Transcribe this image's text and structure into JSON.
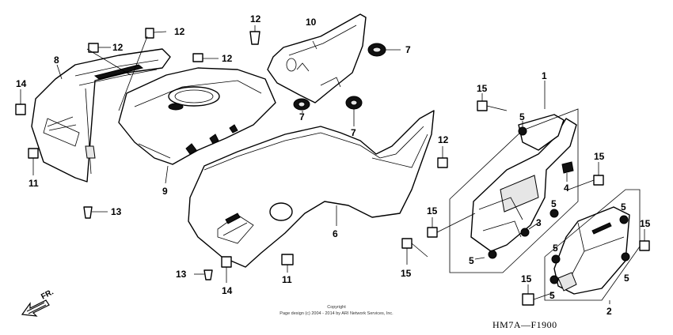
{
  "diagram": {
    "code": "HM7A—F1900",
    "copyright_line1": "Copyright",
    "copyright_line2": "Page design (c) 2004 - 2014 by ARI Network Services, Inc.",
    "direction_label": "FR.",
    "callouts": [
      {
        "id": "c1",
        "label": "1"
      },
      {
        "id": "c2",
        "label": "2"
      },
      {
        "id": "c3",
        "label": "3"
      },
      {
        "id": "c4",
        "label": "4"
      },
      {
        "id": "c5a",
        "label": "5"
      },
      {
        "id": "c5b",
        "label": "5"
      },
      {
        "id": "c5c",
        "label": "5"
      },
      {
        "id": "c5d",
        "label": "5"
      },
      {
        "id": "c5e",
        "label": "5"
      },
      {
        "id": "c5f",
        "label": "5"
      },
      {
        "id": "c5g",
        "label": "5"
      },
      {
        "id": "c6",
        "label": "6"
      },
      {
        "id": "c7a",
        "label": "7"
      },
      {
        "id": "c7b",
        "label": "7"
      },
      {
        "id": "c7c",
        "label": "7"
      },
      {
        "id": "c8",
        "label": "8"
      },
      {
        "id": "c9",
        "label": "9"
      },
      {
        "id": "c10",
        "label": "10"
      },
      {
        "id": "c11a",
        "label": "11"
      },
      {
        "id": "c11b",
        "label": "11"
      },
      {
        "id": "c12a",
        "label": "12"
      },
      {
        "id": "c12b",
        "label": "12"
      },
      {
        "id": "c12c",
        "label": "12"
      },
      {
        "id": "c12d",
        "label": "12"
      },
      {
        "id": "c12e",
        "label": "12"
      },
      {
        "id": "c13a",
        "label": "13"
      },
      {
        "id": "c13b",
        "label": "13"
      },
      {
        "id": "c14a",
        "label": "14"
      },
      {
        "id": "c14b",
        "label": "14"
      },
      {
        "id": "c15a",
        "label": "15"
      },
      {
        "id": "c15b",
        "label": "15"
      },
      {
        "id": "c15c",
        "label": "15"
      },
      {
        "id": "c15d",
        "label": "15"
      },
      {
        "id": "c15e",
        "label": "15"
      },
      {
        "id": "c15f",
        "label": "15"
      }
    ]
  }
}
